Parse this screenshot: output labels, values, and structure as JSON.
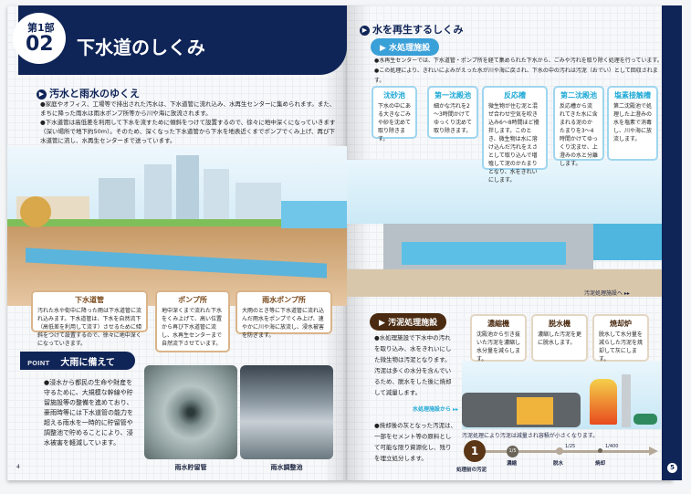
{
  "left_page": {
    "part": "第1部",
    "number": "02",
    "title": "下水道のしくみ",
    "section": "汚水と雨水のゆくえ",
    "paragraphs": [
      "●家庭やオフィス、工場等で排出された汚水は、下水道管に流れ込み、水再生センターに集められます。また、まちに降った雨水は雨水ポンプ所等から川や海に放流されます。",
      "●下水道管は高低差を利用して下水を流すために傾斜をつけて設置するので、徐々に地中深くになっていきます（深い場所で地下約50m）。そのため、深くなった下水道管から下水を地表近くまでポンプでくみ上げ、再び下水道管に流し、水再生センターまで送っています。"
    ],
    "callouts": [
      {
        "title": "下水道管",
        "text": "汚れた水や街中に降った雨は下水道管に流れ込みます。下水道管は、下水を自然流下（高低差を利用して流す）させるために傾斜をつけて設置するので、徐々に地中深くになっていきます。"
      },
      {
        "title": "ポンプ所",
        "text": "地中深くまで流れた下水をくみ上げて、高い位置から再び下水道管に流し、水再生センターまで自然流下させています。"
      },
      {
        "title": "雨水ポンプ所",
        "text": "大雨のとき等に下水道管に流れ込んだ雨水をポンプでくみ上げ、速やかに川や海に放流し、浸水被害を防ぎます。"
      }
    ],
    "point_label": "POINT",
    "point_title": "大雨に備えて",
    "point_text": "●浸水から都民の生命や財産を守るために、大規模な幹線や貯留施設等の整備を進めており、豪雨時等には下水道管の能力を超える雨水を一時的に貯留管や調整池で貯めることにより、浸水被害を軽減しています。",
    "photos": [
      {
        "caption": "雨水貯留管"
      },
      {
        "caption": "雨水調整池"
      }
    ],
    "page_number": "4"
  },
  "right_page": {
    "section": "水を再生するしくみ",
    "water_pill": "水処理施設",
    "water_paragraphs": [
      "●水再生センターでは、下水道管・ポンプ所を経て集められた下水から、ごみや汚れを取り除く処理を行っています。",
      "●この処理により、きれいによみがえった水が川や海に戻され、下水の中の汚れは汚泥（おでい）として回収されます。"
    ],
    "water_steps": [
      {
        "title": "沈砂池",
        "text": "下水の中にある大きなごみや砂を沈めて取り除きます。"
      },
      {
        "title": "第一沈殿池",
        "text": "細かな汚れを2～3時間かけてゆっくり沈めて取り除きます。"
      },
      {
        "title": "反応槽",
        "text": "微生物が住む泥と混ぜ合わせ空気を吹き込み6～8時間ほど攪拌します。このとき、微生物は水に溶け込んだ汚れをえさとして取り込んで増殖して泥のかたまりとなり、水をきれいにします。"
      },
      {
        "title": "第二沈殿池",
        "text": "反応槽から流れてきた水に含まれる泥のかたまりを3～4時間かけてゆっくり沈ませ、上澄みの水と分離します。"
      },
      {
        "title": "塩素接触槽",
        "text": "第二沈殿池で処理した上澄みの水を塩素で消毒し、川や海に放流します。"
      }
    ],
    "to_sludge": "汚泥処理施設へ ▸▸",
    "sludge_pill": "汚泥処理施設",
    "sludge_paragraphs": [
      "●水処理施設で下水中の汚れを取り込み、水をきれいにした微生物は汚泥となります。汚泥は多くの水分を含んでいるため、脱水をした後に焼却して減量します。",
      "●焼却後の灰となった汚泥は、一部をセメント等の原料として可能な限り資源化し、残りを埋立処分します。"
    ],
    "from_water": "水処理施設から ▸▸",
    "sludge_steps": [
      {
        "title": "濃縮機",
        "text": "沈殿池から引き抜いた汚泥を濃縮し水分量を減らします。"
      },
      {
        "title": "脱水機",
        "text": "濃縮した汚泥を更に脱水します。"
      },
      {
        "title": "焼却炉",
        "text": "脱水して水分量を減らした汚泥を焼却して灰にします。"
      }
    ],
    "reduction_caption": "汚泥処理により汚泥は減量され容積が小さくなります。",
    "timeline": [
      {
        "label": "処理前の汚泥",
        "value": "1"
      },
      {
        "label": "濃縮",
        "value": "1/5"
      },
      {
        "label": "脱水",
        "value": "1/25"
      },
      {
        "label": "焼却",
        "value": "1/400"
      }
    ],
    "page_number": "5"
  },
  "colors": {
    "navy": "#0f2457",
    "cyan": "#1fa9d6",
    "brown": "#5a3516"
  }
}
